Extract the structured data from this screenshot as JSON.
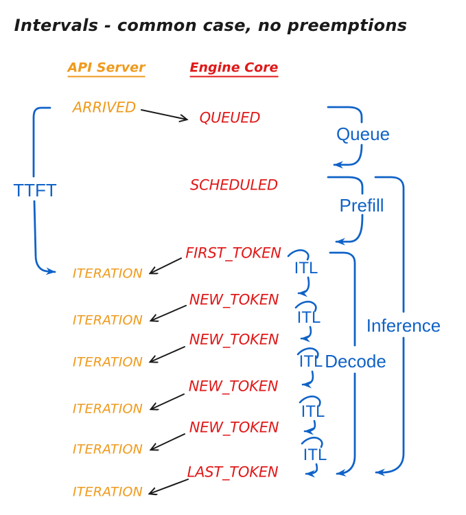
{
  "title": "Intervals - common case, no preemptions",
  "headers": {
    "api": "API Server",
    "engine": "Engine Core"
  },
  "events": {
    "arrived": "ARRIVED",
    "queued": "QUEUED",
    "scheduled": "SCHEDULED",
    "first_token": "FIRST_TOKEN",
    "new_tokens": [
      "NEW_TOKEN",
      "NEW_TOKEN",
      "NEW_TOKEN",
      "NEW_TOKEN"
    ],
    "last_token": "LAST_TOKEN",
    "iterations": [
      "ITERATION",
      "ITERATION",
      "ITERATION",
      "ITERATION",
      "ITERATION",
      "ITERATION"
    ]
  },
  "intervals": {
    "ttft": "TTFT",
    "queue": "Queue",
    "prefill": "Prefill",
    "itl": [
      "ITL",
      "ITL",
      "ITL",
      "ITL",
      "ITL"
    ],
    "decode": "Decode",
    "inference": "Inference"
  },
  "colors": {
    "orange": "#EF9A1C",
    "red": "#E01818",
    "blue": "#0F62C7",
    "black": "#1a1a1a"
  }
}
